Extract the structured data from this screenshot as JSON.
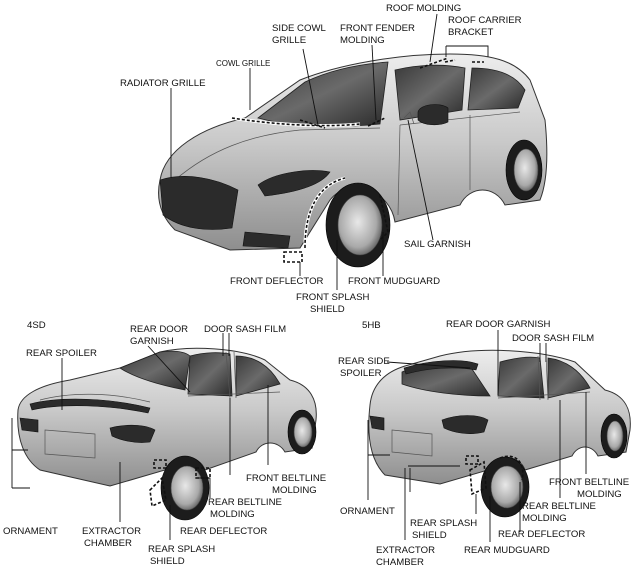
{
  "top": {
    "labels": {
      "roof_molding": "ROOF MOLDING",
      "roof_carrier_bracket": [
        "ROOF CARRIER",
        "BRACKET"
      ],
      "side_cowl_grille": [
        "SIDE COWL",
        "GRILLE"
      ],
      "front_fender_molding": [
        "FRONT FENDER",
        "MOLDING"
      ],
      "cowl_grille": "COWL GRILLE",
      "radiator_grille": "RADIATOR GRILLE",
      "sail_garnish": "SAIL GARNISH",
      "front_deflector": "FRONT DEFLECTOR",
      "front_mudguard": "FRONT MUDGUARD",
      "front_splash_shield": [
        "FRONT SPLASH",
        "SHIELD"
      ]
    }
  },
  "sedan": {
    "variant": "4SD",
    "labels": {
      "rear_door_garnish": [
        "REAR DOOR",
        "GARNISH"
      ],
      "door_sash_film": "DOOR SASH FILM",
      "rear_spoiler": "REAR SPOILER",
      "front_beltline_molding": [
        "FRONT BELTLINE",
        "MOLDING"
      ],
      "rear_beltline_molding": [
        "REAR BELTLINE",
        "MOLDING"
      ],
      "rear_deflector": "REAR DEFLECTOR",
      "ornament": "ORNAMENT",
      "extractor_chamber": [
        "EXTRACTOR",
        "CHAMBER"
      ],
      "rear_splash_shield": [
        "REAR SPLASH",
        "SHIELD"
      ]
    }
  },
  "hatchback": {
    "variant": "5HB",
    "labels": {
      "rear_door_garnish": "REAR DOOR GARNISH",
      "door_sash_film": "DOOR SASH FILM",
      "rear_side_spoiler": [
        "REAR SIDE",
        "SPOILER"
      ],
      "front_beltline_molding": [
        "FRONT BELTLINE",
        "MOLDING"
      ],
      "rear_beltline_molding": [
        "REAR BELTLINE",
        "MOLDING"
      ],
      "rear_deflector": "REAR DEFLECTOR",
      "ornament": "ORNAMENT",
      "rear_splash_shield": [
        "REAR SPLASH",
        "SHIELD"
      ],
      "extractor_chamber": [
        "EXTRACTOR",
        "CHAMBER"
      ],
      "rear_mudguard": "REAR MUDGUARD"
    }
  },
  "colors": {
    "ink": "#111111",
    "body_light": "#e2e2e2",
    "body_dark": "#8a8a8a"
  }
}
